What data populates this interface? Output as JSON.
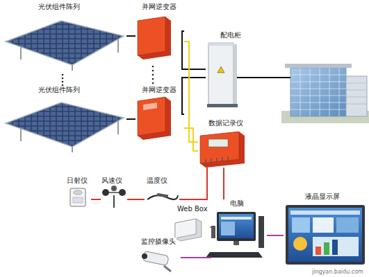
{
  "diagram": {
    "nodes": [
      {
        "text": [
          "光伏组件阵列"
        ]
      },
      {
        "text": [
          "并网逆变器"
        ]
      },
      {
        "text": [
          "配电柜"
        ]
      },
      {
        "text": [
          "光伏组件阵列"
        ]
      },
      {
        "text": [
          "并网逆变器"
        ]
      },
      {
        "text": [
          "数据记录仪"
        ]
      },
      {
        "text": [
          "日射仪"
        ]
      },
      {
        "text": [
          "风速仪"
        ]
      },
      {
        "text": [
          "温度仪"
        ]
      },
      {
        "text": [
          "Web Box"
        ]
      },
      {
        "text": [
          "电脑"
        ]
      },
      {
        "text": [
          "液晶显示屏"
        ]
      },
      {
        "text": [
          "监控摄像头"
        ]
      }
    ],
    "edges": [
      {
        "from": 0,
        "to": 1,
        "arrow": "none"
      },
      {
        "from": 1,
        "to": 2,
        "arrow": "none"
      },
      {
        "from": 3,
        "to": 4,
        "arrow": "none"
      },
      {
        "from": 4,
        "to": 2,
        "arrow": "none"
      },
      {
        "from": 1,
        "to": 5,
        "arrow": "none"
      },
      {
        "from": 4,
        "to": 5,
        "arrow": "none"
      },
      {
        "from": 6,
        "to": 7,
        "arrow": "none"
      },
      {
        "from": 7,
        "to": 8,
        "arrow": "none"
      },
      {
        "from": 8,
        "to": 5,
        "arrow": "none"
      },
      {
        "from": 5,
        "to": 10,
        "arrow": "none"
      },
      {
        "from": 9,
        "to": 10,
        "arrow": "none"
      },
      {
        "from": 12,
        "to": 10,
        "arrow": "none"
      },
      {
        "from": 10,
        "to": 11,
        "arrow": "none"
      }
    ],
    "labels": [
      "jingyan.baidu.com"
    ]
  }
}
